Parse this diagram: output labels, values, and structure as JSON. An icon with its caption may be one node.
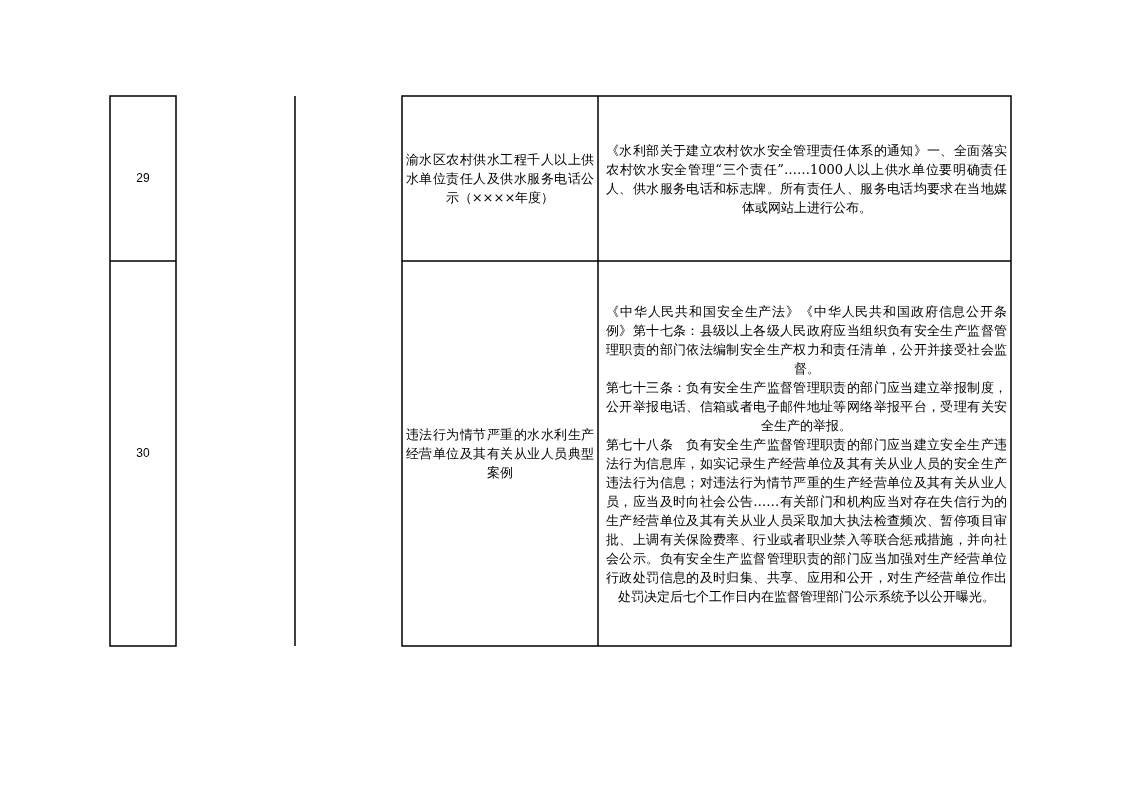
{
  "diagram": {
    "labels": [
      "29",
      "渝水区农村供水工程千人以上供水单位责任人及供水服务电话公示（××××年度）",
      "《水利部关于建立农村饮水安全管理责任体系的通知》一、全面落实农村饮水安全管理“三个责任”……1000人以上供水单位要明确责任人、供水服务电话和标志牌。所有责任人、服务电话均要求在当地媒体或网站上进行公布。",
      "30",
      "违法行为情节严重的水水利生产经营单位及其有关从业人员典型案例",
      "《中华人民共和国安全生产法》《中华人民共和国政府信息公开条例》第十七条：县级以上各级人民政府应当组织负有安全生产监督管理职责的部门依法编制安全生产权力和责任清单，公开并接受社会监督。",
      "第七十三条：负有安全生产监督管理职责的部门应当建立举报制度，公开举报电话、信箱或者电子邮件地址等网络举报平台，受理有关安全生产的举报。",
      "第七十八条　负有安全生产监督管理职责的部门应当建立安全生产违法行为信息库，如实记录生产经营单位及其有关从业人员的安全生产违法行为信息；对违法行为情节严重的生产经营单位及其有关从业人员，应当及时向社会公告……有关部门和机构应当对存在失信行为的生产经营单位及其有关从业人员采取加大执法检查频次、暂停项目审批、上调有关保险费率、行业或者职业禁入等联合惩戒措施，并向社会公示。负有安全生产监督管理职责的部门应当加强对生产经营单位行政处罚信息的及时归集、共享、应用和公开，对生产经营单位作出处罚决定后七个工作日内在监督管理部门公示系统予以公开曝光。"
    ]
  }
}
